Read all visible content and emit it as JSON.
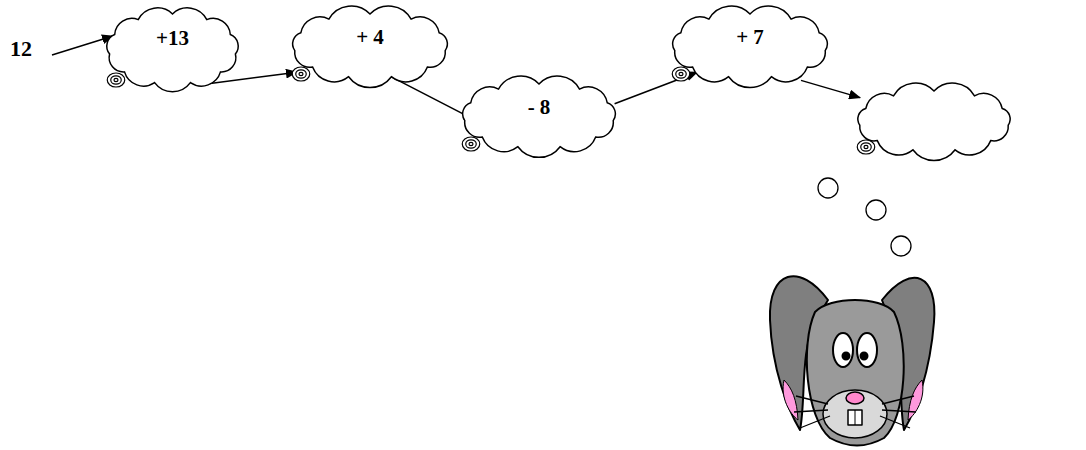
{
  "diagram": {
    "nodes": [
      {
        "text": [
          "+13"
        ]
      },
      {
        "text": [
          "+ 4"
        ]
      },
      {
        "text": [
          "- 8"
        ]
      },
      {
        "text": [
          "+ 7"
        ]
      },
      {
        "text": []
      }
    ],
    "edges": [
      {
        "from": 0,
        "to": 1,
        "arrow": "to"
      },
      {
        "from": 1,
        "to": 2,
        "arrow": "to"
      },
      {
        "from": 2,
        "to": 3,
        "arrow": "to"
      },
      {
        "from": 3,
        "to": 4,
        "arrow": "to"
      }
    ],
    "labels": [
      "12"
    ]
  }
}
